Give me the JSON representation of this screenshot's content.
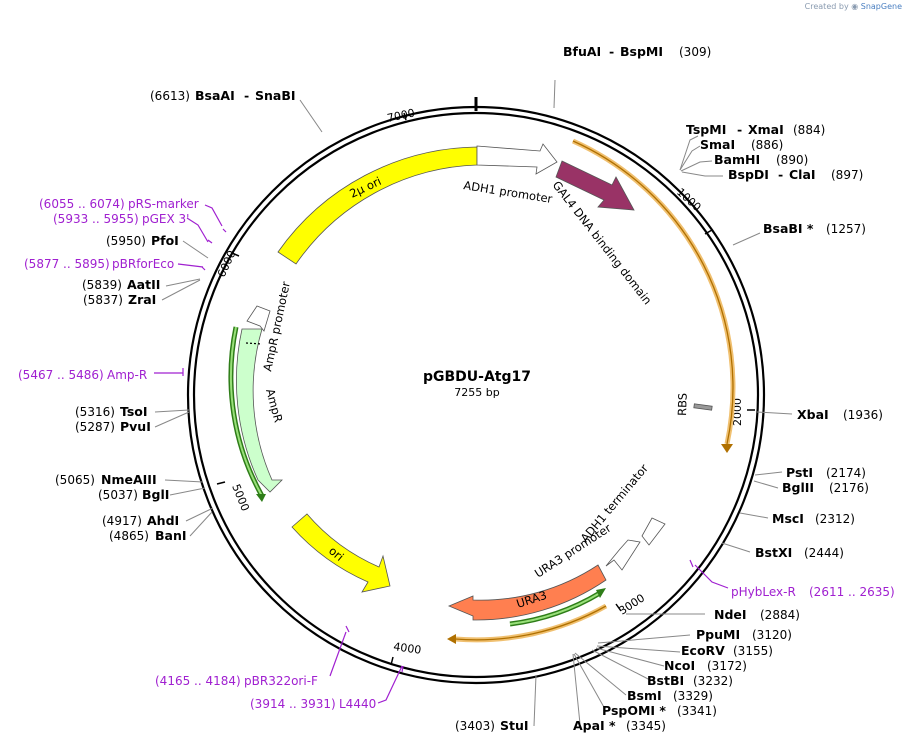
{
  "watermark": {
    "created_by": "Created by",
    "brand": "SnapGene"
  },
  "plasmid": {
    "name": "pGBDU-Atg17",
    "length_label": "7255 bp",
    "length_bp": 7255
  },
  "ticks": [
    "1000",
    "2000",
    "3000",
    "4000",
    "5000",
    "6000",
    "7000"
  ],
  "features": [
    {
      "label": "2µ ori",
      "color": "#ffff00"
    },
    {
      "label": "ADH1 promoter",
      "color": "#ffffff"
    },
    {
      "label": "GAL4 DNA binding domain",
      "color": "#993366"
    },
    {
      "label": "RBS",
      "color": "#999999"
    },
    {
      "label": "ADH1 terminator",
      "color": "#ffffff"
    },
    {
      "label": "URA3 promoter",
      "color": "#ffffff"
    },
    {
      "label": "URA3",
      "color": "#ff7f50"
    },
    {
      "label": "ori",
      "color": "#ffff00"
    },
    {
      "label": "AmpR",
      "color": "#ccffcc"
    },
    {
      "label": "AmpR promoter",
      "color": "#ffffff"
    }
  ],
  "restriction_sites": [
    {
      "name": "BfuAI",
      "name2": "BspMI",
      "pos": "(309)"
    },
    {
      "name": "TspMI",
      "name2": "XmaI",
      "pos": "(884)"
    },
    {
      "name": "SmaI",
      "pos": "(886)"
    },
    {
      "name": "BamHI",
      "pos": "(890)"
    },
    {
      "name": "BspDI",
      "name2": "ClaI",
      "pos": "(897)"
    },
    {
      "name": "BsaBI *",
      "pos": "(1257)"
    },
    {
      "name": "XbaI",
      "pos": "(1936)"
    },
    {
      "name": "PstI",
      "pos": "(2174)"
    },
    {
      "name": "BglII",
      "pos": "(2176)"
    },
    {
      "name": "MscI",
      "pos": "(2312)"
    },
    {
      "name": "BstXI",
      "pos": "(2444)"
    },
    {
      "name": "NdeI",
      "pos": "(2884)"
    },
    {
      "name": "PpuMI",
      "pos": "(3120)"
    },
    {
      "name": "EcoRV",
      "pos": "(3155)"
    },
    {
      "name": "NcoI",
      "pos": "(3172)"
    },
    {
      "name": "BstBI",
      "pos": "(3232)"
    },
    {
      "name": "BsmI",
      "pos": "(3329)"
    },
    {
      "name": "PspOMI *",
      "pos": "(3341)"
    },
    {
      "name": "ApaI *",
      "pos": "(3345)"
    },
    {
      "name": "StuI",
      "pos": "(3403)"
    },
    {
      "name": "BanI",
      "pos": "(4865)"
    },
    {
      "name": "AhdI",
      "pos": "(4917)"
    },
    {
      "name": "BglI",
      "pos": "(5037)"
    },
    {
      "name": "NmeAIII",
      "pos": "(5065)"
    },
    {
      "name": "PvuI",
      "pos": "(5287)"
    },
    {
      "name": "TsoI",
      "pos": "(5316)"
    },
    {
      "name": "ZraI",
      "pos": "(5837)"
    },
    {
      "name": "AatII",
      "pos": "(5839)"
    },
    {
      "name": "PfoI",
      "pos": "(5950)"
    },
    {
      "name": "BsaAI",
      "name2": "SnaBI",
      "pos": "(6613)"
    }
  ],
  "primers": [
    {
      "name": "pHybLex-R",
      "range": "(2611 .. 2635)"
    },
    {
      "name": "pBR322ori-F",
      "range": "(4165 .. 4184)"
    },
    {
      "name": "L4440",
      "range": "(3914 .. 3931)"
    },
    {
      "name": "Amp-R",
      "range": "(5467 .. 5486)"
    },
    {
      "name": "pBRforEco",
      "range": "(5877 .. 5895)"
    },
    {
      "name": "pGEX 3'",
      "range": "(5933 .. 5955)"
    },
    {
      "name": "pRS-marker",
      "range": "(6055 .. 6074)"
    }
  ],
  "colors": {
    "primer": "#a020d0",
    "backbone": "#000000",
    "orf_fill": "#f0c070",
    "orf_line": "#b07000",
    "green_arrow": "#2e7d18"
  }
}
